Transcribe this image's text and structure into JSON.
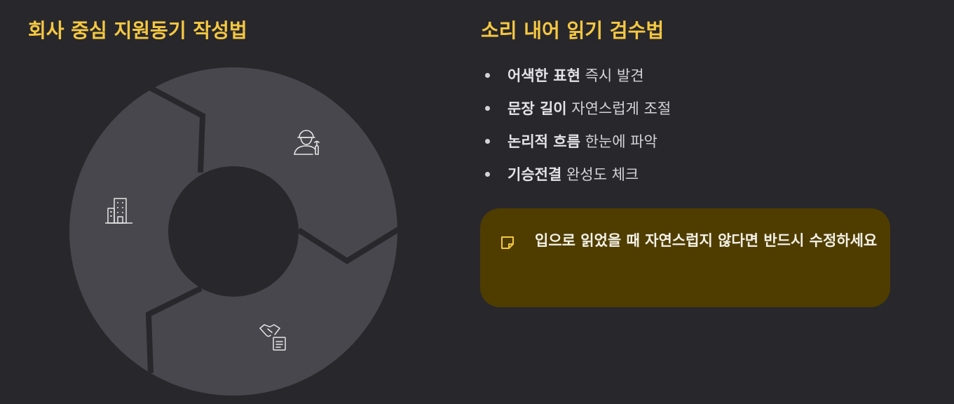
{
  "left": {
    "title": "회사 중심 지원동기 작성법",
    "cycle_icons": [
      "worker-icon",
      "building-icon",
      "handshake-document-icon"
    ]
  },
  "right": {
    "title": "소리 내어 읽기 검수법",
    "tips": [
      {
        "strong": "어색한 표현",
        "rest": " 즉시 발견"
      },
      {
        "strong": "문장 길이",
        "rest": " 자연스럽게 조절"
      },
      {
        "strong": "논리적 흐름",
        "rest": " 한눈에 파악"
      },
      {
        "strong": "기승전결",
        "rest": " 완성도 체크"
      }
    ],
    "note": {
      "icon": "sticky-note-icon",
      "text": "입으로 읽었을 때 자연스럽지 않다면 반드시 수정하세요"
    }
  },
  "colors": {
    "background": "#28272c",
    "accent": "#f5c842",
    "segment": "#48474d",
    "note_bg": "#4f3d00"
  }
}
